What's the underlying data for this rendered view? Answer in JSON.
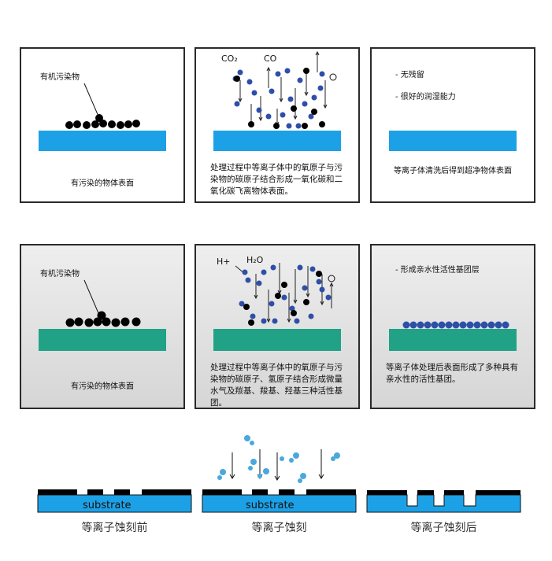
{
  "row1": {
    "panel1": {
      "label": "有机污染物",
      "caption": "有污染的物体表面"
    },
    "panel2": {
      "co2": "CO₂",
      "co": "CO",
      "o": "O",
      "caption": "处理过程中等离子体中的氧原子与污染物的碳原子结合形成一氧化碳和二氧化碳飞离物体表面。"
    },
    "panel3": {
      "bullet1": "- 无残留",
      "bullet2": "- 很好的润湿能力",
      "caption": "等离子体清洗后得到超净物体表面"
    }
  },
  "row2": {
    "panel1": {
      "label": "有机污染物",
      "caption": "有污染的物体表面"
    },
    "panel2": {
      "h": "H+",
      "h2o": "H₂O",
      "o": "O",
      "caption": "处理过程中等离子体中的氧原子与污染物的碳原子、氢原子结合形成微量水气及羰基、羧基、羟基三种活性基团。"
    },
    "panel3": {
      "bullet1": "- 形成亲水性活性基团层",
      "caption": "等离子体处理后表面形成了多种具有亲水性的活性基团。"
    }
  },
  "row3": {
    "substrate_label": "substrate",
    "captions": [
      "等离子蚀刻前",
      "等离子蚀刻",
      "等离子蚀刻后"
    ]
  },
  "colors": {
    "blue_substrate": "#1da1e6",
    "teal_substrate": "#21a287",
    "particle_blue": "#2e4fa8",
    "droplet": "#4aa8dc"
  }
}
